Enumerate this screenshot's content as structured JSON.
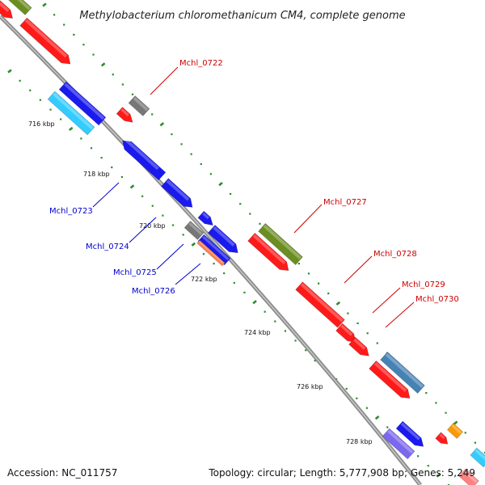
{
  "title": "Methylobacterium chloromethanicum CM4, complete genome",
  "footer": {
    "accession": "Accession: NC_011757",
    "stats": "Topology: circular; Length: 5,777,908 bp; Genes: 5,249"
  },
  "ticks": [
    "716 kbp",
    "718 kbp",
    "720 kbp",
    "722 kbp",
    "724 kbp",
    "726 kbp",
    "728 kbp"
  ],
  "gene_labels": [
    {
      "name": "Mchl_0722",
      "strand": "forward"
    },
    {
      "name": "Mchl_0723",
      "strand": "reverse"
    },
    {
      "name": "Mchl_0724",
      "strand": "reverse"
    },
    {
      "name": "Mchl_0725",
      "strand": "reverse"
    },
    {
      "name": "Mchl_0726",
      "strand": "reverse"
    },
    {
      "name": "Mchl_0727",
      "strand": "forward"
    },
    {
      "name": "Mchl_0728",
      "strand": "forward"
    },
    {
      "name": "Mchl_0729",
      "strand": "forward"
    },
    {
      "name": "Mchl_0730",
      "strand": "forward"
    }
  ],
  "colors": {
    "backbone": "#8c8c8c",
    "forward_label": "#cc0000",
    "reverse_label": "#0000cc",
    "dots": "#2e8b2e",
    "red": "#ff1a1a",
    "blue": "#1a1aee",
    "cyan": "#33ccff",
    "olive": "#6b8e23",
    "gray": "#777777",
    "steelblue": "#4682b4",
    "purple": "#7b68ee",
    "orange": "#ff9900",
    "salmon": "#ff7f50"
  }
}
